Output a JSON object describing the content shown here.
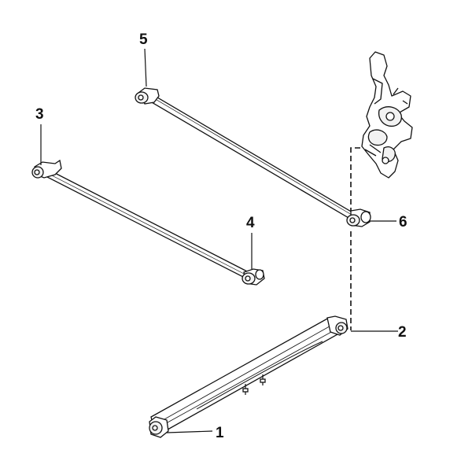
{
  "diagram": {
    "callouts": [
      "1",
      "2",
      "3",
      "4",
      "5",
      "6"
    ],
    "colors": {
      "ink": "#111111",
      "paper": "#ffffff",
      "shade": "#f2f2f2"
    }
  }
}
